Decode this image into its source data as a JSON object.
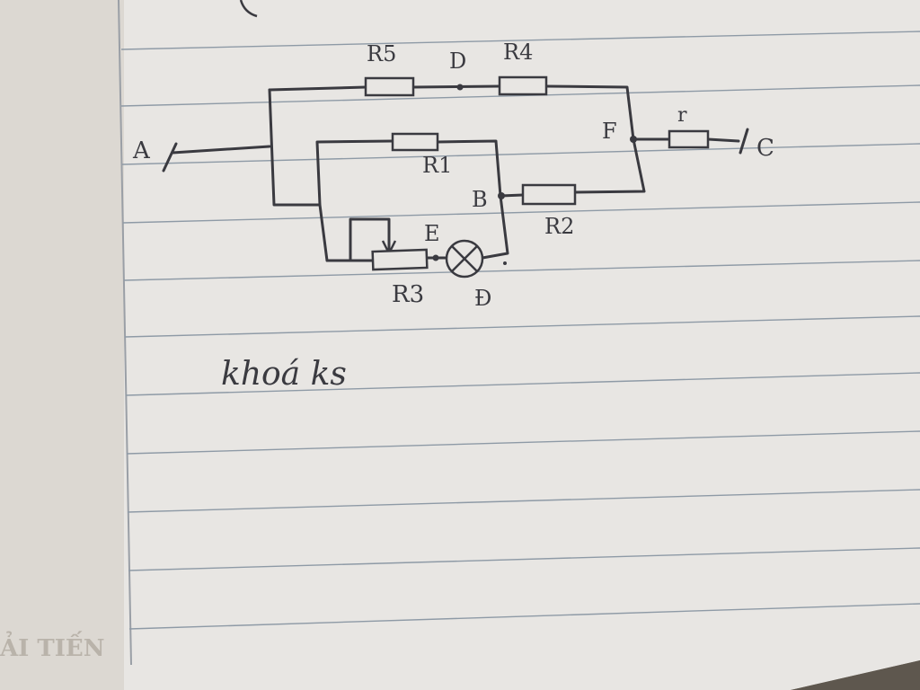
{
  "labels": {
    "A": "A",
    "C": "C",
    "D_top": "D",
    "F": "F",
    "B": "B",
    "E": "E",
    "lamp": "Đ",
    "R1": "R1",
    "R2": "R2",
    "R3": "R3",
    "R4": "R4",
    "R5": "R5",
    "r": "r"
  },
  "note": "khoá ks",
  "brand": "ẢI TIẾN",
  "colors": {
    "paper": "#e8e6e3",
    "margin_paper": "#dcd8d2",
    "ink": "#3a3a40",
    "ruled_line": "#8e9aa6",
    "shadow": "#6e675d"
  }
}
